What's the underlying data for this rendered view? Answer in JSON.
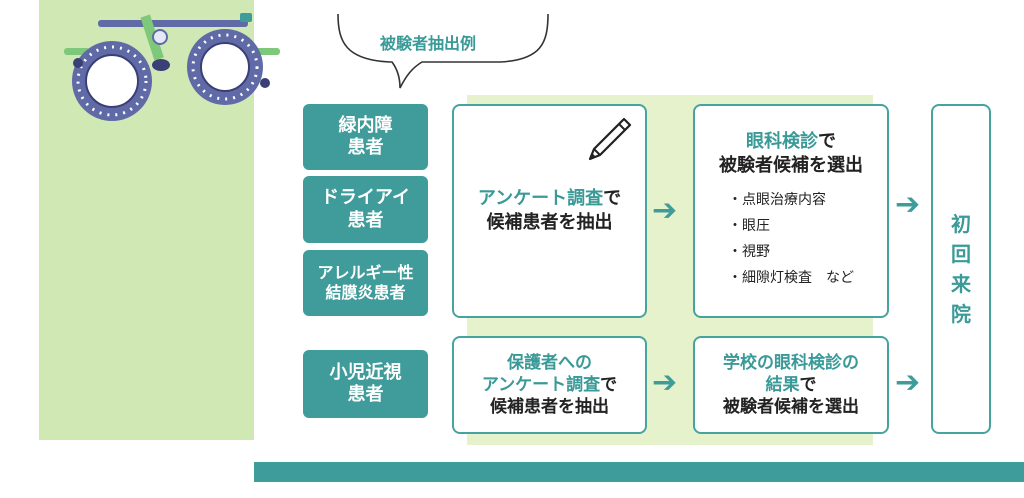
{
  "bubble_label": "被験者抽出例",
  "patients": [
    {
      "lines": [
        "緑内障",
        "患者"
      ]
    },
    {
      "lines": [
        "ドライアイ",
        "患者"
      ]
    },
    {
      "lines": [
        "アレルギー性",
        "結膜炎患者"
      ]
    },
    {
      "lines": [
        "小児近視",
        "患者"
      ]
    }
  ],
  "survey_card": {
    "highlight": "アンケート調査",
    "suffix": "で",
    "line2": "候補患者を抽出"
  },
  "exam_card": {
    "highlight": "眼科検診",
    "suffix": "で",
    "line2": "被験者候補を選出",
    "items": [
      "・点眼治療内容",
      "・眼圧",
      "・視野",
      "・細隙灯検査　など"
    ]
  },
  "guardian_card": {
    "line1": "保護者への",
    "highlight": "アンケート調査",
    "suffix": "で",
    "line3": "候補患者を抽出"
  },
  "school_card": {
    "line1": "学校の眼科検診の",
    "highlight": "結果",
    "suffix": "で",
    "line3": "被験者候補を選出"
  },
  "first_visit": [
    "初",
    "回",
    "来",
    "院"
  ],
  "arrow_glyph": "➔",
  "colors": {
    "teal": "#3e9c9a",
    "light_green": "#cfe8b4",
    "pale_green": "#e6f2cc"
  },
  "icons": [
    "trial-frame-glasses-icon",
    "pen-icon",
    "arrow-right-icon"
  ]
}
